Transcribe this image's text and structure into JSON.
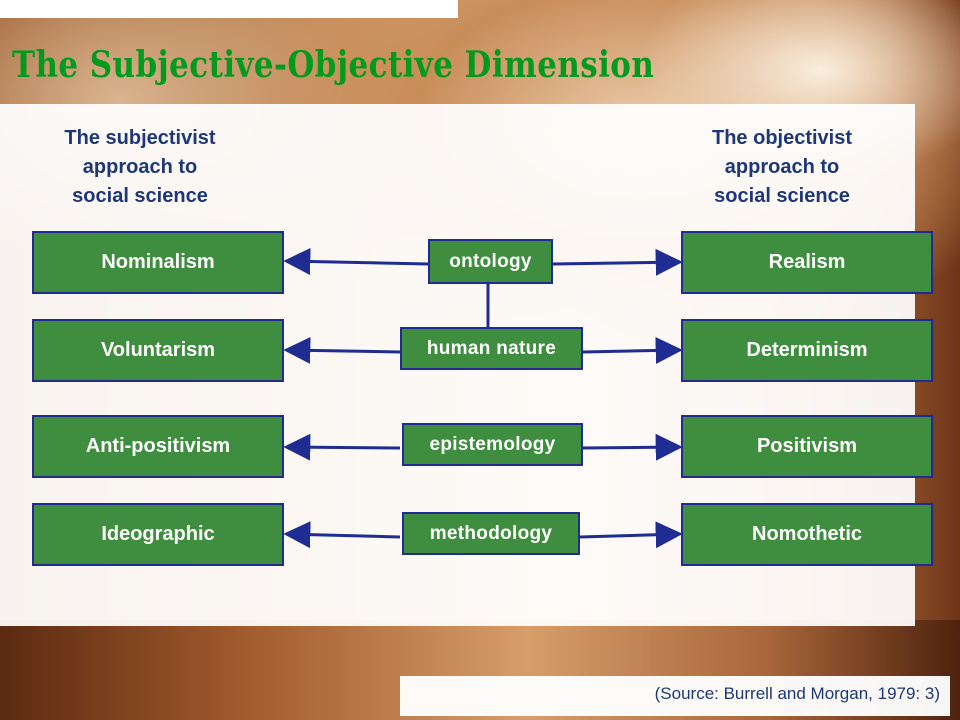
{
  "title": "The Subjective-Objective Dimension",
  "headings": {
    "left": "The subjectivist\napproach to\nsocial science",
    "right": "The objectivist\napproach to\nsocial science"
  },
  "rows": [
    {
      "left": "Nominalism",
      "center": "ontology",
      "right": "Realism"
    },
    {
      "left": "Voluntarism",
      "center": "human nature",
      "right": "Determinism"
    },
    {
      "left": "Anti-positivism",
      "center": "epistemology",
      "right": "Positivism"
    },
    {
      "left": "Ideographic",
      "center": "methodology",
      "right": "Nomothetic"
    }
  ],
  "source": "(Source: Burrell and Morgan, 1979: 3)",
  "colors": {
    "title": "#009a1c",
    "box_fill": "#3f8d3f",
    "box_border": "#1f2d92",
    "heading_text": "#1e3778",
    "arrow": "#1f2d92"
  }
}
